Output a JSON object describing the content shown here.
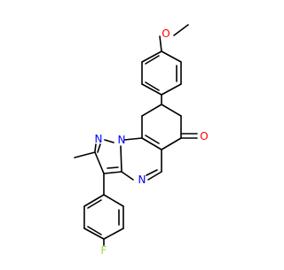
{
  "molecule": {
    "atom_labels": {
      "ether_oxygen": "O",
      "methyl_end": "",
      "ketone_oxygen": "O",
      "pyrazole_n2": "N",
      "bridgehead_n1": "N",
      "pyrimidine_n": "N",
      "fluorine": "F"
    }
  },
  "colors": {
    "bond": "#000000",
    "oxygen": "#ff0000",
    "nitrogen": "#0000ff",
    "fluorine": "#90e050",
    "background": "#ffffff"
  }
}
